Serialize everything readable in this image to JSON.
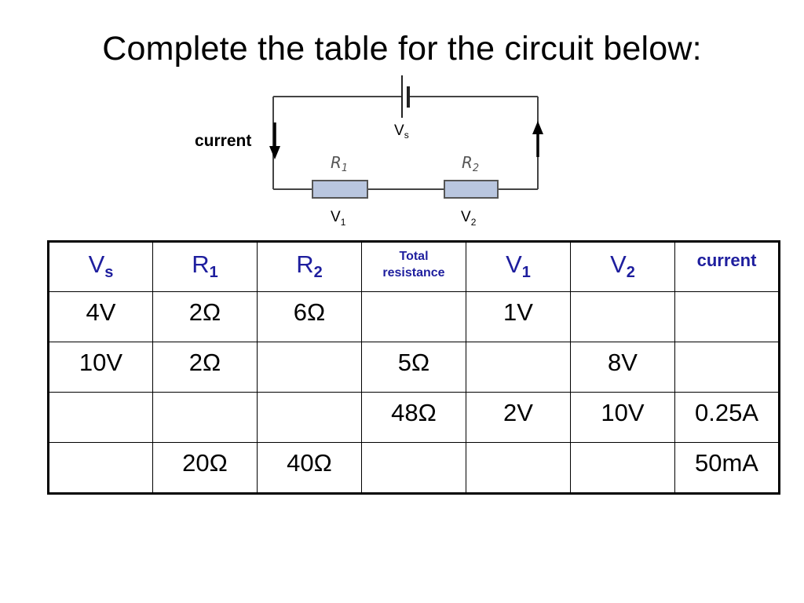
{
  "title": "Complete the table for the circuit below:",
  "circuit": {
    "current_label": "current",
    "vs_label": "V",
    "vs_sub": "s",
    "r1_label": "R",
    "r1_sub": "1",
    "r2_label": "R",
    "r2_sub": "2",
    "v1_label": "V",
    "v1_sub": "1",
    "v2_label": "V",
    "v2_sub": "2"
  },
  "table": {
    "header": [
      {
        "main": "V",
        "sub": "s"
      },
      {
        "main": "R",
        "sub": "1"
      },
      {
        "main": "R",
        "sub": "2"
      },
      {
        "line1": "Total",
        "line2": "resistance"
      },
      {
        "main": "V",
        "sub": "1"
      },
      {
        "main": "V",
        "sub": "2"
      },
      {
        "text": "current"
      }
    ],
    "rows": [
      [
        "4V",
        "2Ω",
        "6Ω",
        "",
        "1V",
        "",
        ""
      ],
      [
        "10V",
        "2Ω",
        "",
        "5Ω",
        "",
        "8V",
        ""
      ],
      [
        "",
        "",
        "",
        "48Ω",
        "2V",
        "10V",
        "0.25A"
      ],
      [
        "",
        "20Ω",
        "40Ω",
        "",
        "",
        "",
        "50mA"
      ]
    ]
  },
  "colors": {
    "header_text": "#1e1e9e",
    "resistor_fill": "#b9c6df"
  }
}
